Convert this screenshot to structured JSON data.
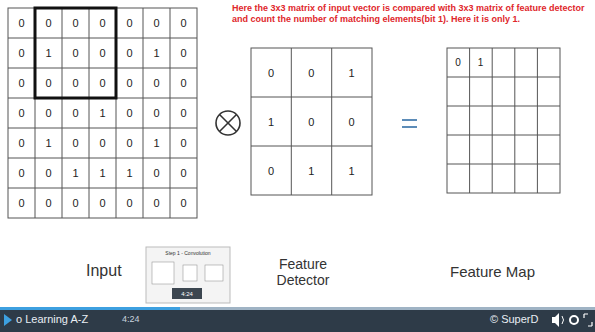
{
  "diagram": {
    "labels": [
      "Here the 3x3 matrix of input vector is compared with 3x3 matrix of feature detector and count the number of matching elements(bit 1). Here it is only 1.",
      "0",
      "0",
      "0",
      "0",
      "0",
      "0",
      "0",
      "0",
      "1",
      "0",
      "0",
      "0",
      "1",
      "0",
      "0",
      "0",
      "0",
      "0",
      "0",
      "0",
      "0",
      "0",
      "0",
      "0",
      "1",
      "0",
      "0",
      "0",
      "0",
      "1",
      "0",
      "0",
      "0",
      "1",
      "0",
      "0",
      "0",
      "1",
      "1",
      "1",
      "0",
      "0",
      "0",
      "0",
      "0",
      "0",
      "0",
      "0",
      "0",
      "0",
      "0",
      "1",
      "1",
      "0",
      "0",
      "0",
      "1",
      "1",
      "0",
      "1",
      "Input",
      "Feature Detector",
      "Feature Map",
      "Step 1 - Convolution",
      "4:24",
      "o Learning A-Z",
      "4:24",
      "© SuperD"
    ]
  }
}
